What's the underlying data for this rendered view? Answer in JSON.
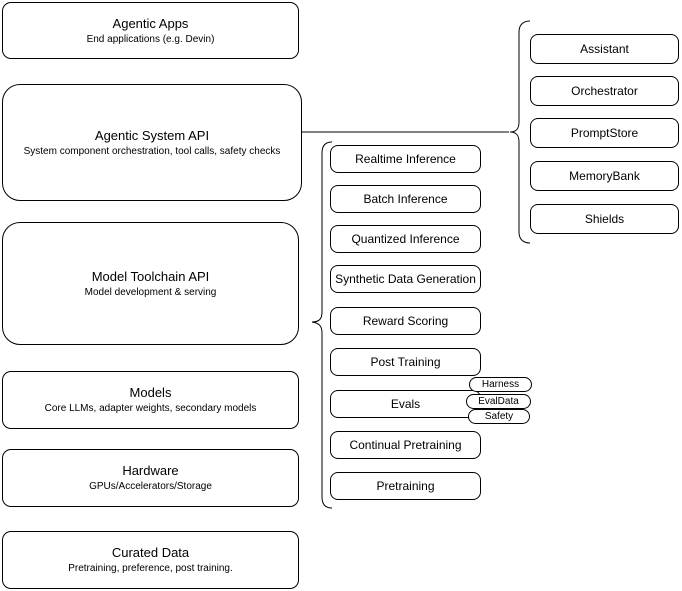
{
  "left_stack": [
    {
      "title": "Agentic Apps",
      "subtitle": "End applications (e.g. Devin)"
    },
    {
      "title": "Agentic System API",
      "subtitle": "System component orchestration, tool calls, safety checks"
    },
    {
      "title": "Model Toolchain API",
      "subtitle": "Model development & serving"
    },
    {
      "title": "Models",
      "subtitle": "Core LLMs, adapter weights, secondary models"
    },
    {
      "title": "Hardware",
      "subtitle": "GPUs/Accelerators/Storage"
    },
    {
      "title": "Curated Data",
      "subtitle": "Pretraining, preference, post training."
    }
  ],
  "toolchain": [
    "Realtime Inference",
    "Batch Inference",
    "Quantized Inference",
    "Synthetic Data Generation",
    "Reward Scoring",
    "Post Training",
    "Evals",
    "Continual Pretraining",
    "Pretraining"
  ],
  "eval_tags": [
    "Harness",
    "EvalData",
    "Safety"
  ],
  "components": [
    "Assistant",
    "Orchestrator",
    "PromptStore",
    "MemoryBank",
    "Shields"
  ],
  "colors": {
    "stroke": "#000000",
    "fill": "#ffffff"
  }
}
